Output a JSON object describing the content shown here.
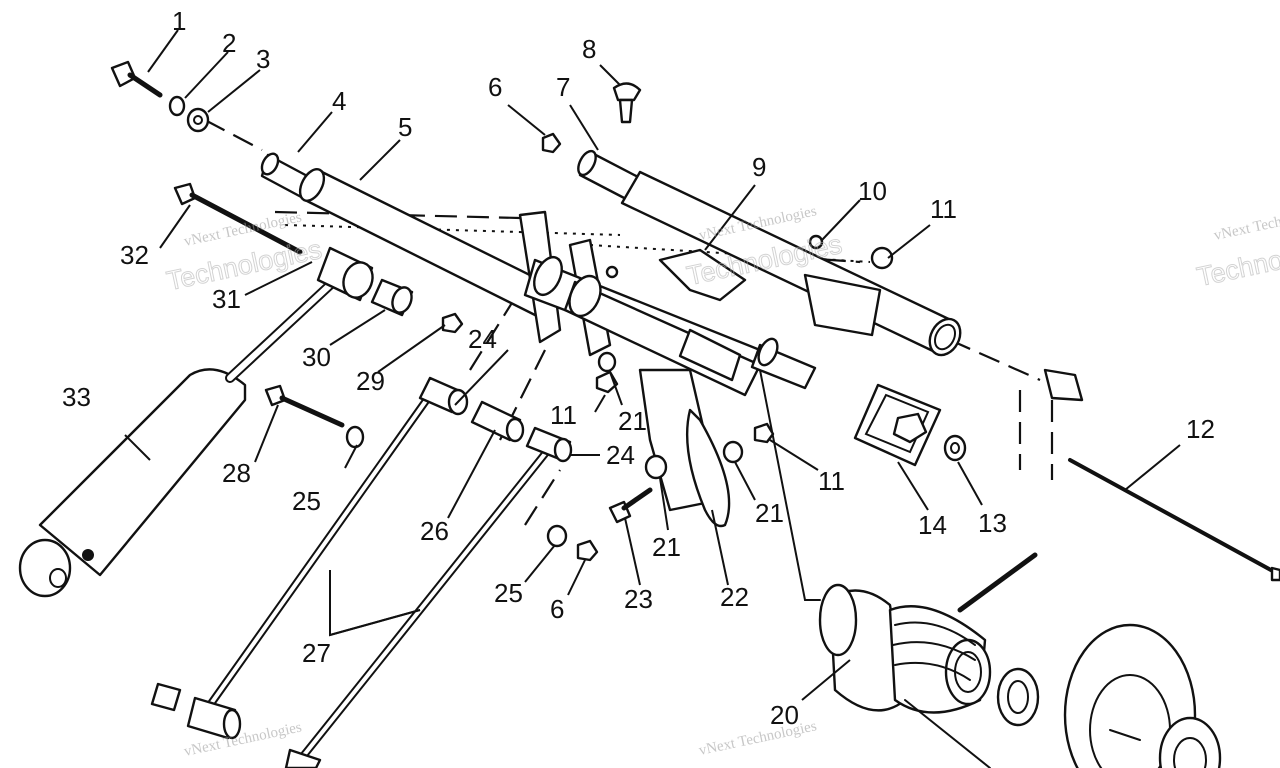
{
  "labels": {
    "l1": "1",
    "l2": "2",
    "l3": "3",
    "l4": "4",
    "l5": "5",
    "l6a": "6",
    "l6b": "6",
    "l7": "7",
    "l8": "8",
    "l9": "9",
    "l10": "10",
    "l11a": "11",
    "l11b": "11",
    "l11c": "11",
    "l12": "12",
    "l13": "13",
    "l14": "14",
    "l20": "20",
    "l21a": "21",
    "l21b": "21",
    "l21c": "21",
    "l22": "22",
    "l23": "23",
    "l24a": "24",
    "l24b": "24",
    "l25a": "25",
    "l25b": "25",
    "l26": "26",
    "l27": "27",
    "l28": "28",
    "l29": "29",
    "l30": "30",
    "l31": "31",
    "l32": "32",
    "l33": "33"
  },
  "watermark": {
    "line1": "vNext Technologies",
    "line2": "Technologies"
  },
  "colors": {
    "ink": "#111111",
    "paper": "#ffffff",
    "watermark": "#9a9a9a"
  }
}
